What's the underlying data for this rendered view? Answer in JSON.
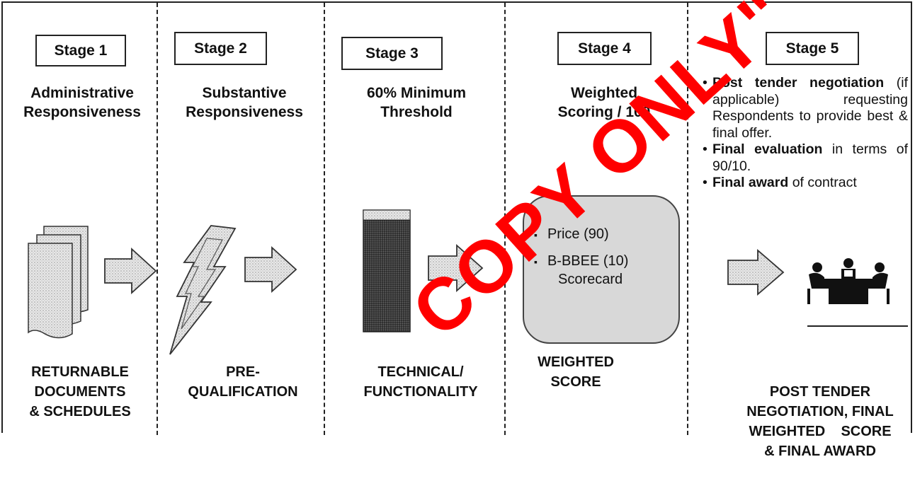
{
  "stages": [
    {
      "label": "Stage 1",
      "heading": "Administrative Responsiveness",
      "bottom": [
        "RETURNABLE",
        "DOCUMENTS",
        "& SCHEDULES"
      ]
    },
    {
      "label": "Stage 2",
      "heading": "Substantive Responsiveness",
      "bottom": [
        "PRE-",
        "QUALIFICATION"
      ]
    },
    {
      "label": "Stage 3",
      "heading_lines": [
        "60% Minimum",
        "Threshold"
      ],
      "bottom": [
        "TECHNICAL/",
        "FUNCTIONALITY"
      ]
    },
    {
      "label": "Stage 4",
      "heading_lines": [
        "Weighted",
        "Scoring / 100"
      ],
      "bottom": [
        "WEIGHTED",
        "SCORE"
      ]
    },
    {
      "label": "Stage 5",
      "bottom": [
        "POST TENDER",
        "NEGOTIATION, FINAL",
        "WEIGHTED    SCORE",
        "& FINAL AWARD"
      ]
    }
  ],
  "stage5_bullets": [
    {
      "bold": "Post tender negotiation",
      "text": " (if applicable) requesting Respondents to provide best & final offer."
    },
    {
      "bold": "Final evaluation",
      "text": " in terms of 90/10."
    },
    {
      "bold": "Final award",
      "text": " of contract"
    }
  ],
  "stage4_items": [
    {
      "bullet": "▪",
      "text": "Price (90)"
    },
    {
      "bullet": "▪",
      "text": "B-BBEE (10)"
    },
    {
      "bullet": "",
      "text": "Scorecard"
    }
  ],
  "watermark": "COPY ONLY\"",
  "icons": [
    "documents-icon",
    "lightning-icon",
    "threshold-bar-icon",
    "meeting-icon",
    "arrow-icon"
  ]
}
